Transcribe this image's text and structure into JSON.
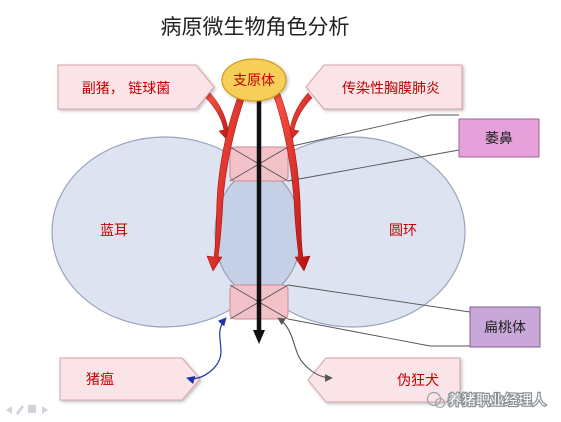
{
  "title": "病原微生物角色分析",
  "center": {
    "label": "支原体"
  },
  "left_ellipse": {
    "label": "蓝耳"
  },
  "right_ellipse": {
    "label": "圆环"
  },
  "callouts": {
    "top_left": "副猪， 链球菌",
    "top_right": "传染性胸膜肺炎",
    "right_upper": "萎鼻",
    "right_lower": "扁桃体",
    "bottom_left": "猪瘟",
    "bottom_right": "伪狂犬"
  },
  "watermark": "养猪职业经理人",
  "colors": {
    "title_text": "#222222",
    "label_red": "#c00000",
    "ellipse_fill": "#dde3f0",
    "ellipse_stroke": "#9aa4ba",
    "inner_circle_fill": "#c5d0e6",
    "pink_box_fill": "#f3c2c9",
    "pink_box_stroke": "#c98c96",
    "callout_fill": "#fbe4e7",
    "callout_stroke": "#d9a3ab",
    "oval_fill": "#f6cf5a",
    "oval_stroke": "#d49a1c",
    "arrow_red": "#d21f1f",
    "lavender_box": "#e6a0da",
    "purple_box": "#c9a7d8",
    "line_dark": "#555555",
    "arrow_blue": "#2233a8"
  }
}
